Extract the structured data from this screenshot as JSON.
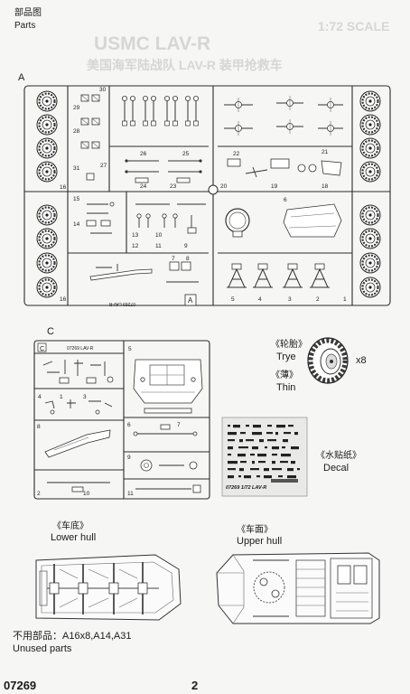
{
  "header": {
    "title_cn": "部品图",
    "title_en": "Parts"
  },
  "bleed_through": {
    "scale": "1:72 SCALE",
    "model": "USMC LAV-R",
    "model_cn": "美国海军陆战队 LAV-R 装甲抢救车"
  },
  "sprue_a": {
    "label": "A",
    "frame_label": "A",
    "code": "07269 LAV-R",
    "part_numbers": [
      "30",
      "29",
      "28",
      "31",
      "27",
      "16",
      "26",
      "25",
      "24",
      "23",
      "22",
      "21",
      "20",
      "19",
      "18",
      "15",
      "14",
      "13",
      "12",
      "11",
      "10",
      "9",
      "8",
      "7",
      "6",
      "5",
      "4",
      "3",
      "2",
      "1",
      "16"
    ]
  },
  "sprue_c": {
    "label": "C",
    "frame_label": "C",
    "code": "07269 LAV-R",
    "part_numbers": [
      "5",
      "4",
      "1",
      "3",
      "8",
      "6",
      "7",
      "9",
      "2",
      "10",
      "11"
    ]
  },
  "tire": {
    "label_cn": "《轮胎》",
    "label_en": "Trye",
    "quantity": "x8",
    "icon": "tire-icon"
  },
  "thin": {
    "label_cn": "《薄》",
    "label_en": "Thin"
  },
  "decal": {
    "label_cn": "《水贴纸》",
    "label_en": "Decal",
    "sheet_text": "07269 1/72 LAV-R"
  },
  "lower_hull": {
    "label_cn": "《车底》",
    "label_en": "Lower hull"
  },
  "upper_hull": {
    "label_cn": "《车面》",
    "label_en": "Upper hull"
  },
  "unused": {
    "label_cn": "不用部品：A16x8,A14,A31",
    "label_en": "Unused parts"
  },
  "footer": {
    "kit_number": "07269",
    "page_number": "2"
  }
}
